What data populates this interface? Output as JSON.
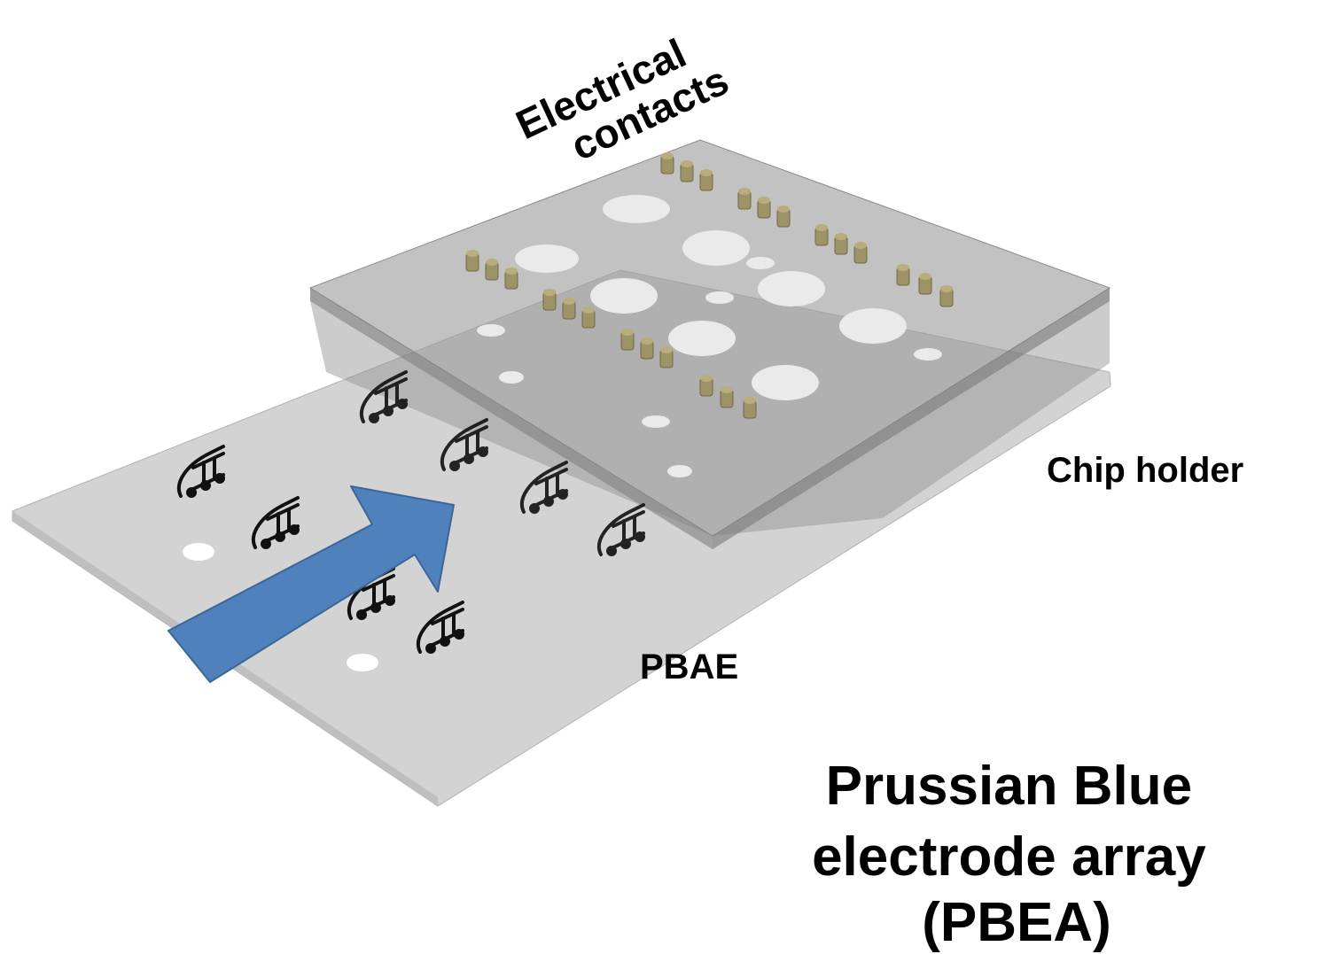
{
  "labels": {
    "electrical_contacts": [
      "Electrical",
      "contacts"
    ],
    "chip_holder": "Chip holder",
    "pbae": "PBAE",
    "title": [
      "Prussian Blue",
      "electrode array",
      "(PBEA)"
    ]
  },
  "colors": {
    "arrow": "#4f81bd",
    "arrow_stroke": "#3b6797",
    "plate": "#c4c4c4",
    "sheet": "#d3d3d3",
    "contact_pin": "#9c9366",
    "electrode_ink": "#111111"
  },
  "icons": {
    "arrow": "insertion-arrow-icon",
    "pin": "contact-pin-icon",
    "electrode": "electrode-pattern-icon"
  }
}
